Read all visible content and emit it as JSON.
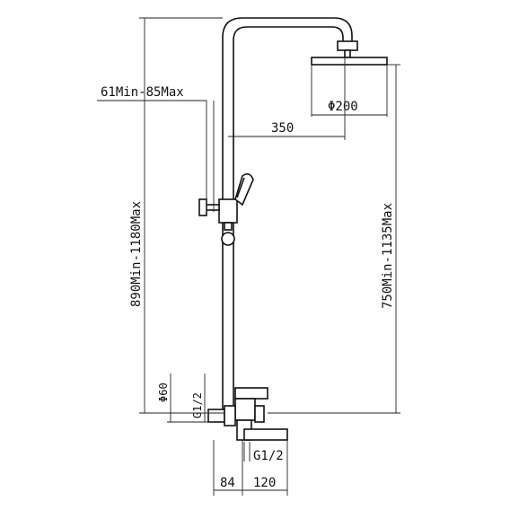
{
  "diagram": {
    "labels": {
      "arm_extension": "61Min-85Max",
      "head_diameter": "Φ200",
      "arm_length": "350",
      "total_height": "890Min-1180Max",
      "head_height": "750Min-1135Max",
      "pipe_diameter": "Φ60",
      "inlet_thread": "G1/2",
      "outlet_thread": "G1/2",
      "wall_offset": "84",
      "spout_length": "120"
    },
    "colors": {
      "line": "#111111",
      "background": "#ffffff"
    }
  }
}
